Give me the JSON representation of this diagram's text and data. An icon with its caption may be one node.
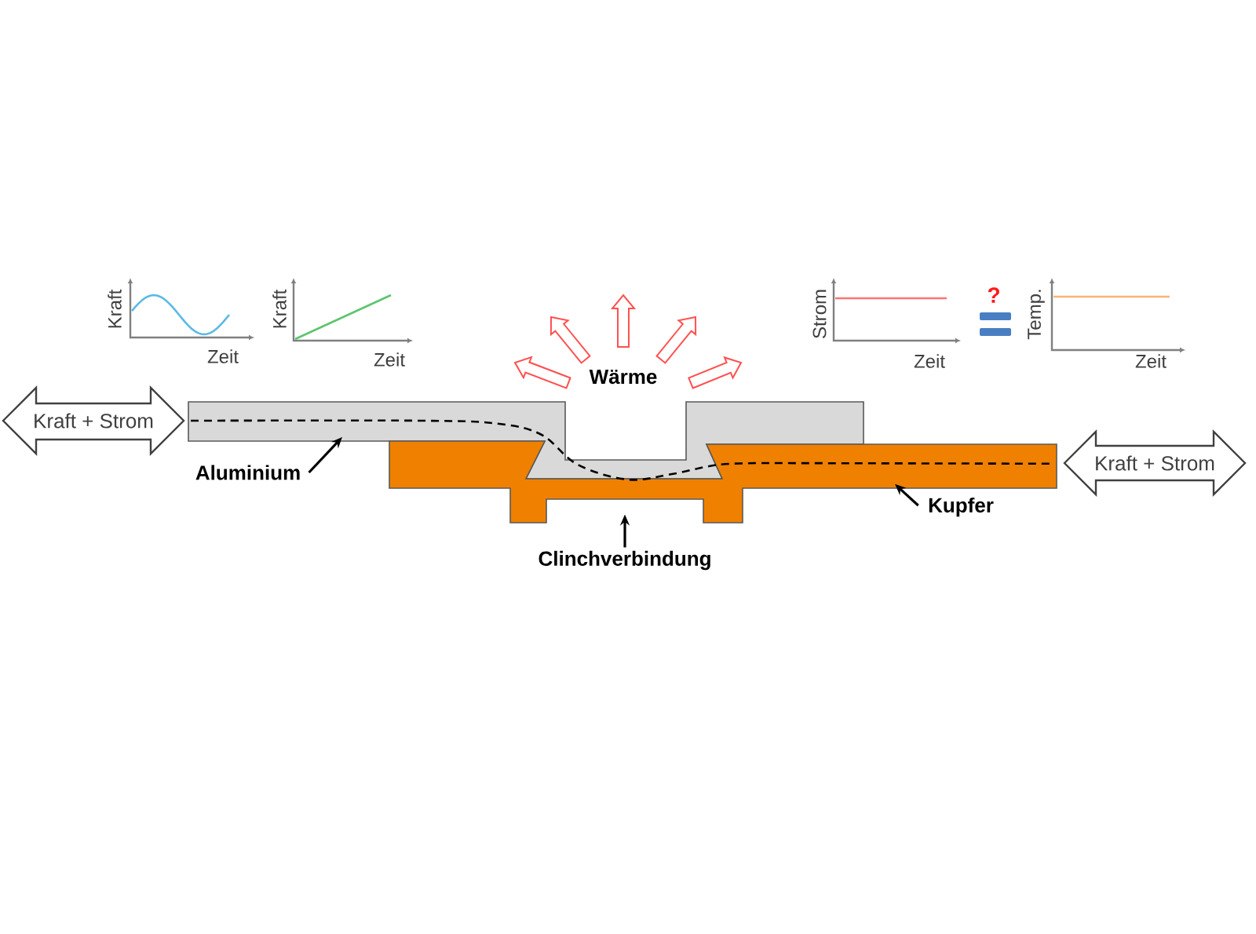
{
  "diagram": {
    "nodes": [
      {
        "text": [
          "Kraft + Strom"
        ]
      },
      {
        "text": [],
        "shape": "box"
      },
      {
        "text": [],
        "shape": "box"
      },
      {
        "text": [
          "Kraft + Strom"
        ]
      },
      {
        "text": [
          "Aluminium"
        ]
      },
      {
        "text": [
          "Kupfer"
        ]
      },
      {
        "text": [
          "Clinchverbindung"
        ]
      }
    ],
    "edges": [
      {
        "from": 1,
        "to": 2,
        "arrow": "none",
        "style": "dashed"
      },
      {
        "from": 4,
        "to": 1,
        "arrow": "to"
      },
      {
        "from": 5,
        "to": 2,
        "arrow": "to"
      },
      {
        "from": 6,
        "to": null,
        "arrow": "to"
      }
    ],
    "labels": [
      "Kraft",
      "Zeit",
      "Kraft",
      "Zeit",
      "Wärme",
      "Strom",
      "Zeit",
      "?",
      "Temp.",
      "Zeit"
    ]
  }
}
